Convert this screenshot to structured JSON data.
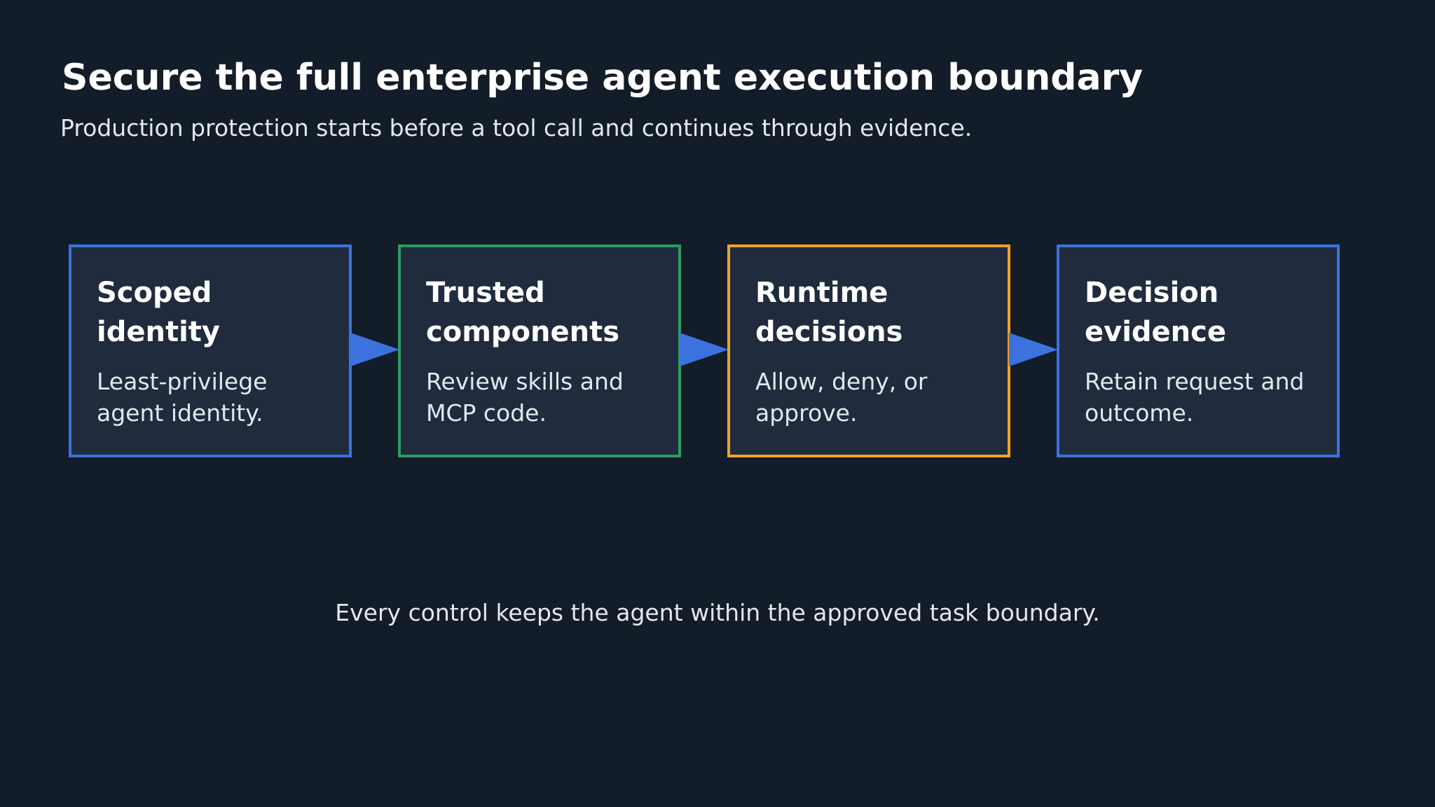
{
  "header": {
    "title": "Secure the full enterprise agent execution boundary",
    "subtitle": "Production protection starts before a tool call and continues through evidence."
  },
  "steps": [
    {
      "title": "Scoped identity",
      "description": "Least-privilege agent identity.",
      "border_color": "#3b72de"
    },
    {
      "title": "Trusted components",
      "description": "Review skills and MCP code.",
      "border_color": "#2e9b5e"
    },
    {
      "title": "Runtime decisions",
      "description": "Allow, deny, or approve.",
      "border_color": "#f0a12c"
    },
    {
      "title": "Decision evidence",
      "description": "Retain request and outcome.",
      "border_color": "#3b72de"
    }
  ],
  "arrow_color": "#3b72de",
  "footer": {
    "note": "Every control keeps the agent within the approved task boundary."
  }
}
